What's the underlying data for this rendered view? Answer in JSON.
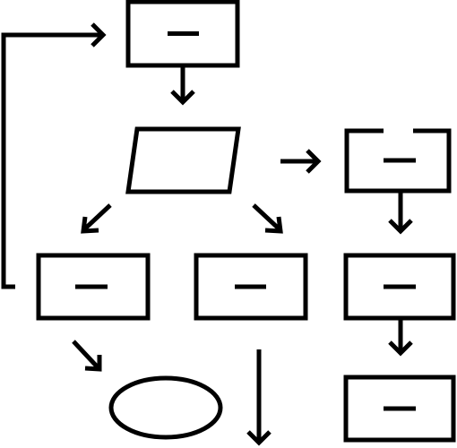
{
  "diagram": {
    "type": "flowchart",
    "stroke_color": "#000000",
    "background": "#ffffff",
    "nodes": [
      {
        "id": "top-process",
        "shape": "rectangle",
        "label": "",
        "content_mark": "dash"
      },
      {
        "id": "data-input",
        "shape": "parallelogram",
        "label": ""
      },
      {
        "id": "right-process-1",
        "shape": "open-top-rectangle",
        "label": "",
        "content_mark": "dash"
      },
      {
        "id": "left-process",
        "shape": "rectangle",
        "label": "",
        "content_mark": "dash"
      },
      {
        "id": "middle-process",
        "shape": "rectangle",
        "label": "",
        "content_mark": "dash"
      },
      {
        "id": "right-process-2",
        "shape": "rectangle",
        "label": "",
        "content_mark": "dash"
      },
      {
        "id": "terminator",
        "shape": "ellipse",
        "label": ""
      },
      {
        "id": "right-process-3",
        "shape": "rectangle",
        "label": "",
        "content_mark": "dash"
      }
    ],
    "edges": [
      {
        "from": "top-process",
        "to": "data-input"
      },
      {
        "from": "data-input",
        "to": "left-process"
      },
      {
        "from": "data-input",
        "to": "middle-process"
      },
      {
        "from": "data-input",
        "to": "right-process-1"
      },
      {
        "from": "right-process-1",
        "to": "right-process-2"
      },
      {
        "from": "right-process-2",
        "to": "right-process-3"
      },
      {
        "from": "left-process",
        "to": "terminator"
      },
      {
        "from": "left-process",
        "to": "top-process",
        "style": "loop-back"
      },
      {
        "from": "middle-process",
        "to": "",
        "style": "exit-down"
      }
    ]
  }
}
